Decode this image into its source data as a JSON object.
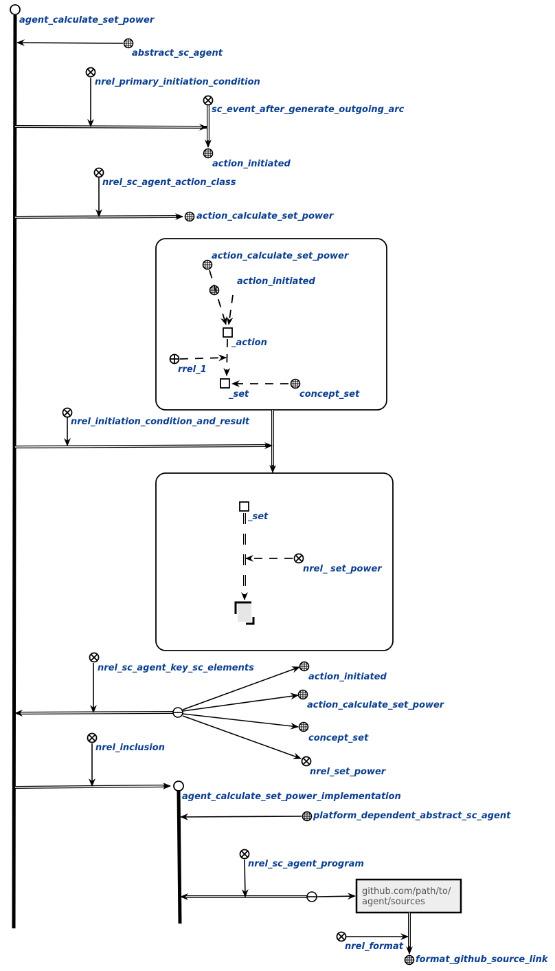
{
  "diagram": {
    "main_agent": "agent_calculate_set_power",
    "abstract_class": "abstract_sc_agent",
    "rel_primary_condition": "nrel_primary_initiation_condition",
    "event_class": "sc_event_after_generate_outgoing_arc",
    "action_initiated": "action_initiated",
    "rel_action_class": "nrel_sc_agent_action_class",
    "action_class": "action_calculate_set_power",
    "struct1": {
      "action_class": "action_calculate_set_power",
      "action_initiated": "action_initiated",
      "var_action": "_action",
      "rrel": "rrel_1",
      "var_set": "_set",
      "concept_set": "concept_set"
    },
    "rel_condition_result": "nrel_initiation_condition_and_result",
    "struct2": {
      "var_set": "_set",
      "rel_set_power": "nrel_ set_power"
    },
    "rel_key_elements": "nrel_sc_agent_key_sc_elements",
    "key_elements": [
      "action_initiated",
      "action_calculate_set_power",
      "concept_set",
      "nrel_set_power"
    ],
    "rel_inclusion": "nrel_inclusion",
    "implementation": "agent_calculate_set_power_implementation",
    "platform_class": "platform_dependent_abstract_sc_agent",
    "rel_program": "nrel_sc_agent_program",
    "source_link": [
      "github.com/path/to/",
      "agent/sources"
    ],
    "rel_format": "nrel_format",
    "format": "format_github_source_link"
  }
}
